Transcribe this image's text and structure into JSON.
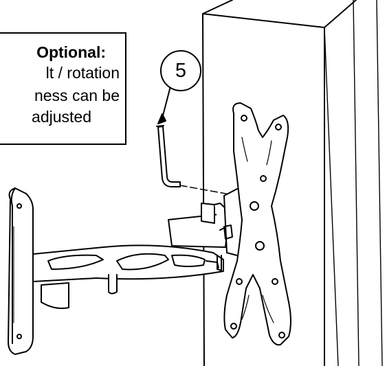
{
  "note": {
    "title": "Optional:",
    "line1": "lt / rotation",
    "line2": "ness can be",
    "line3": "adjusted"
  },
  "callout": {
    "number": "5"
  }
}
